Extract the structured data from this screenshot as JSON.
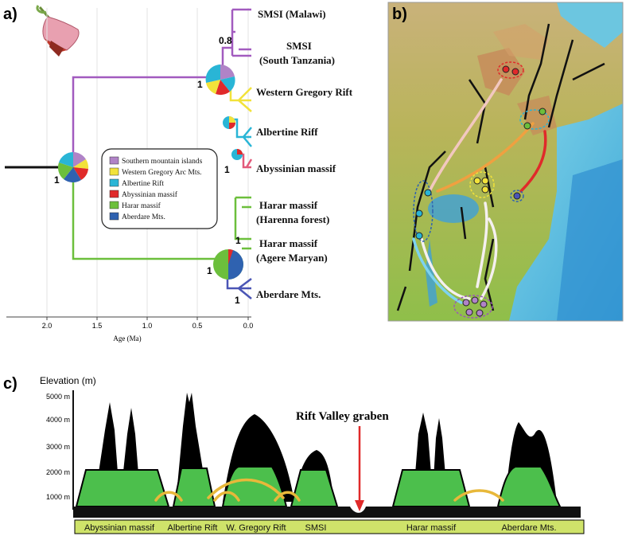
{
  "panels": {
    "a": "a)",
    "b": "b)",
    "c": "c)"
  },
  "tree": {
    "tips": [
      "SMSI (Malawi)",
      "SMSI",
      "(South Tanzania)",
      "Western Gregory  Rift",
      "Albertine Riff",
      "Abyssinian massif",
      "Harar massif",
      "(Harenna forest)",
      "Harar massif",
      "(Agere Maryan)",
      "Aberdare Mts."
    ],
    "support": [
      "0.8",
      "1",
      "1",
      "1",
      "1",
      "1",
      "1"
    ],
    "axis_label": "Age (Ma)",
    "ticks": [
      "2.0",
      "1.5",
      "1.0",
      "0.5",
      "0.0"
    ],
    "tick_values": [
      2.0,
      1.5,
      1.0,
      0.5,
      0.0
    ],
    "legend": [
      {
        "label": "Southern mountain islands",
        "color": "#b083c7"
      },
      {
        "label": "Western Gregory Arc Mts.",
        "color": "#f2e23a"
      },
      {
        "label": "Albertine Rift",
        "color": "#29b5d6"
      },
      {
        "label": "Abyssinian massif",
        "color": "#e02a2a"
      },
      {
        "label": "Harar massif",
        "color": "#6cbf3c"
      },
      {
        "label": "Aberdare Mts.",
        "color": "#2f62b0"
      }
    ]
  },
  "profile": {
    "y_title": "Elevation (m)",
    "y_ticks": [
      "5000 m",
      "4000 m",
      "3000 m",
      "2000 m",
      "1000 m"
    ],
    "annotation": "Rift Valley graben",
    "regions": [
      "Abyssinian massif",
      "Albertine Rift",
      "W. Gregory Rift",
      "SMSI",
      "Harar massif",
      "Aberdare Mts."
    ]
  },
  "colors": {
    "purple": "#9b59b6",
    "yellow": "#f2e23a",
    "cyan": "#29b5d6",
    "red": "#e02a2a",
    "green": "#6cbf3c",
    "blue": "#2f62b0",
    "massif_green": "#4cbf4c",
    "label_bar": "#cfe36a",
    "arrow_gold": "#e8b83a"
  },
  "icons": [
    "flower-icon"
  ]
}
